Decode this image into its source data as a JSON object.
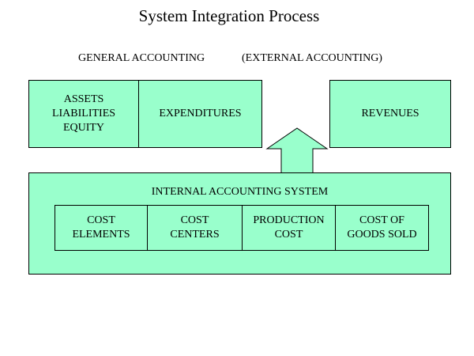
{
  "title": "System Integration Process",
  "header": {
    "general_accounting": "GENERAL ACCOUNTING",
    "external_accounting": "(EXTERNAL ACCOUNTING)"
  },
  "top_boxes": {
    "balance": "ASSETS\nLIABILITIES\nEQUITY",
    "expenditures": "EXPENDITURES",
    "revenues": "REVENUES"
  },
  "internal": {
    "label": "INTERNAL ACCOUNTING SYSTEM",
    "items": [
      "COST\nELEMENTS",
      "COST\nCENTERS",
      "PRODUCTION\nCOST",
      "COST OF\nGOODS SOLD"
    ]
  },
  "colors": {
    "box_fill": "#99ffcc",
    "border": "#000000",
    "text": "#000000"
  }
}
